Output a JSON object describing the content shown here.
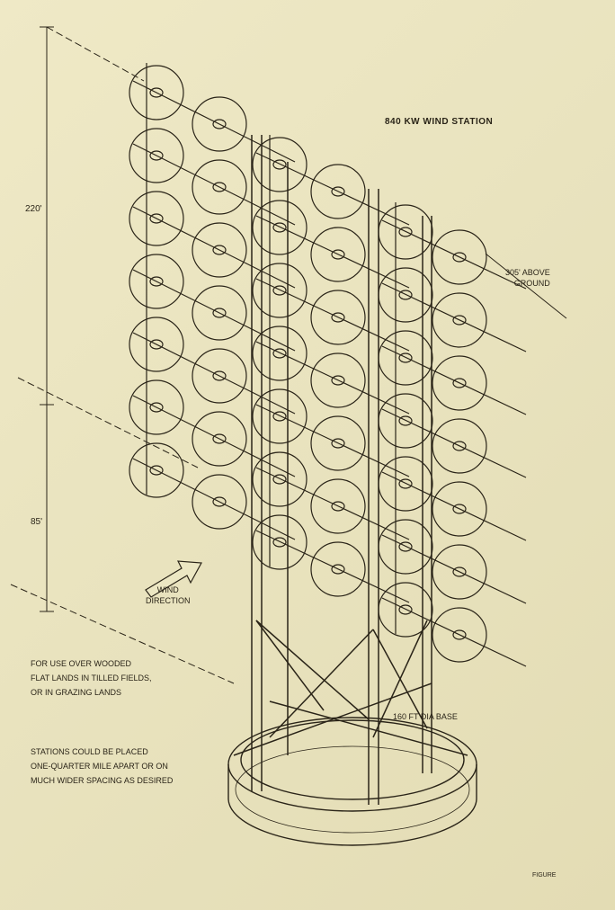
{
  "title": "840 KW  WIND STATION",
  "dimensions": {
    "upper": "220'",
    "lower": "85'"
  },
  "height_label": [
    "305' ABOVE",
    "GROUND"
  ],
  "wind_label": [
    "WIND",
    "DIRECTION"
  ],
  "base_label": "160 FT DIA BASE",
  "note_terrain": [
    "FOR USE OVER WOODED",
    "FLAT LANDS IN TILLED FIELDS,",
    "OR IN GRAZING LANDS"
  ],
  "note_spacing": [
    "STATIONS COULD BE PLACED",
    "ONE-QUARTER MILE APART OR ON",
    "MUCH WIDER SPACING AS DESIRED"
  ],
  "figure_label": "FIGURE",
  "rotor_grid": {
    "panels": 3,
    "rows_per_panel": 7,
    "rotors_per_row": 2
  },
  "colors": {
    "ink": "#2a2418",
    "paper": "#ece7c3"
  }
}
